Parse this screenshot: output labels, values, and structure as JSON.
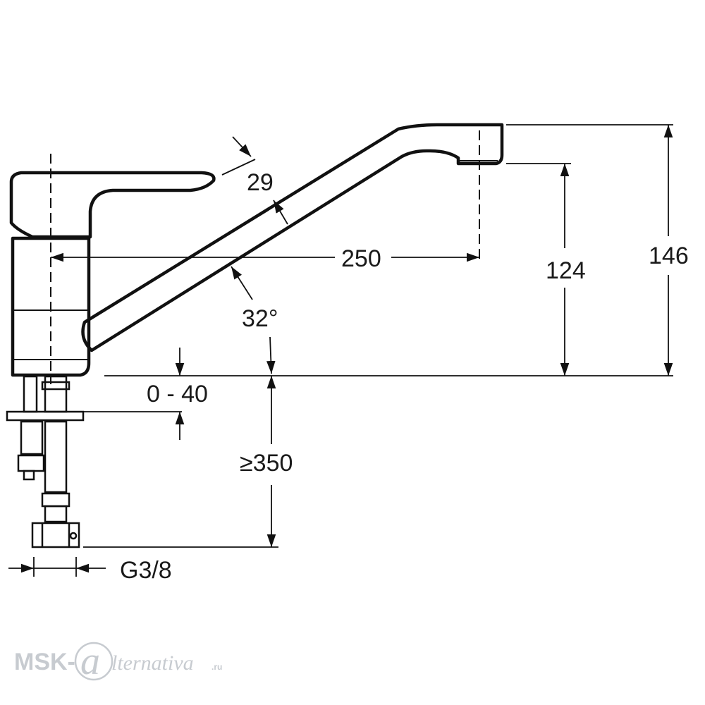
{
  "dimensions": {
    "spout_thickness": "29",
    "reach": "250",
    "spout_angle": "32°",
    "outlet_height": "124",
    "total_height": "146",
    "mounting_thickness": "0 - 40",
    "hose_length": "≥350",
    "connection_thread": "G3/8"
  },
  "watermark": {
    "prefix": "MSK-",
    "rest": "lternativa",
    "suffix": ".ru"
  }
}
